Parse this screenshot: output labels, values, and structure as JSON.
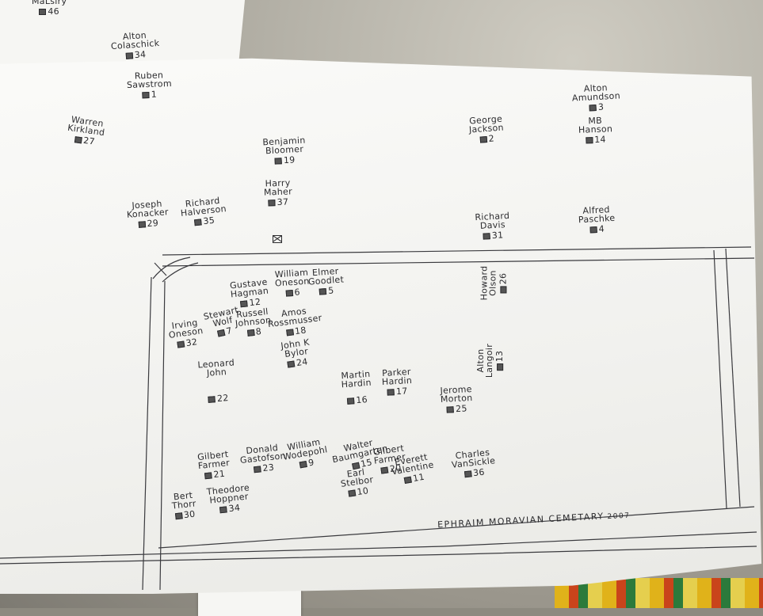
{
  "title": {
    "text": "EPHRAIM MORAVIAN CEMETARY",
    "year": "2007"
  },
  "back_sheet": [
    {
      "id": "b1",
      "name": "MaLsiry",
      "plot": "46"
    },
    {
      "id": "b2",
      "name": "Alton\nColaschick",
      "plot": "34"
    }
  ],
  "outside_graves": [
    {
      "id": "o1",
      "name": "Ruben\nSawstrom",
      "plot": "1"
    },
    {
      "id": "o2",
      "name": "Warren\nKirkland",
      "plot": "27"
    },
    {
      "id": "o3",
      "name": "Benjamin\nBloomer",
      "plot": "19"
    },
    {
      "id": "o4",
      "name": "Harry\nMaher",
      "plot": "37"
    },
    {
      "id": "o5",
      "name": "Joseph\nKonacker",
      "plot": "29"
    },
    {
      "id": "o6",
      "name": "Richard\nHalverson",
      "plot": "35"
    },
    {
      "id": "o7",
      "name": "George\nJackson",
      "plot": "2"
    },
    {
      "id": "o8",
      "name": "Alton\nAmundson",
      "plot": "3"
    },
    {
      "id": "o9",
      "name": "MB\nHanson",
      "plot": "14"
    },
    {
      "id": "o10",
      "name": "Richard\nDavis",
      "plot": "31"
    },
    {
      "id": "o11",
      "name": "Alfred\nPaschke",
      "plot": "4"
    }
  ],
  "inside_graves": [
    {
      "id": "i1",
      "name": "William\nOneson",
      "plot": "6"
    },
    {
      "id": "i2",
      "name": "Elmer\nGoodlet",
      "plot": "5"
    },
    {
      "id": "i3",
      "name": "Gustave\nHagman",
      "plot": "12"
    },
    {
      "id": "i4",
      "name": "Stewart\nWolf",
      "plot": "7"
    },
    {
      "id": "i5",
      "name": "Russell\nJohnson",
      "plot": "8"
    },
    {
      "id": "i6",
      "name": "Amos\nRossmusser",
      "plot": "18"
    },
    {
      "id": "i7",
      "name": "Irving\nOneson",
      "plot": "32"
    },
    {
      "id": "i8",
      "name": "John K\nBylor",
      "plot": "24"
    },
    {
      "id": "i9",
      "name": "Leonard\nJohn",
      "plot": "22"
    },
    {
      "id": "i10",
      "name": "Martin\nHardin",
      "plot": "16"
    },
    {
      "id": "i11",
      "name": "Parker\nHardin",
      "plot": "17"
    },
    {
      "id": "i12",
      "name": "Jerome\nMorton",
      "plot": "25"
    },
    {
      "id": "i13",
      "name": "Gilbert\nFarmer",
      "plot": "21"
    },
    {
      "id": "i14",
      "name": "Donald\nGastofson",
      "plot": "23"
    },
    {
      "id": "i15",
      "name": "William\nWodepohl",
      "plot": "9"
    },
    {
      "id": "i16",
      "name": "Walter\nBaumgarten",
      "plot": "15"
    },
    {
      "id": "i17",
      "name": "Gilbert\nFarmer",
      "plot": "20"
    },
    {
      "id": "i18",
      "name": "Earl\nStelbor",
      "plot": "10"
    },
    {
      "id": "i19",
      "name": "Everett\nValentine",
      "plot": "11"
    },
    {
      "id": "i20",
      "name": "Charles\nVanSickle",
      "plot": "36"
    },
    {
      "id": "i21",
      "name": "Bert\nThorr",
      "plot": "30"
    },
    {
      "id": "i22",
      "name": "Theodore\nHoppner",
      "plot": "34"
    }
  ],
  "vertical_graves": [
    {
      "id": "v1",
      "name": "Howard\nOlson",
      "plot": "26"
    },
    {
      "id": "v2",
      "name": "Alton\nLangoir",
      "plot": "13"
    }
  ],
  "colors": {
    "paper": "#f6f6f3",
    "pencil": "#2b2b2e",
    "backdrop": "#9a968c"
  }
}
